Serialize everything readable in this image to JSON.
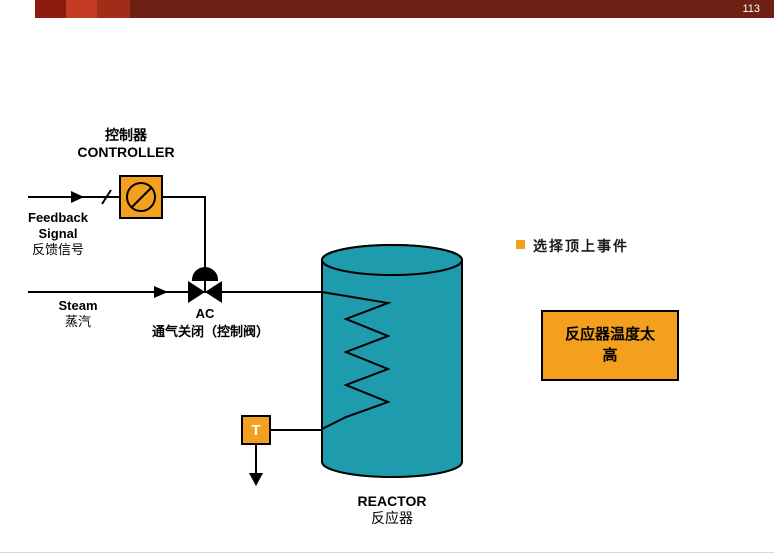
{
  "header": {
    "page_number": "113",
    "bar_color": "#6E2014",
    "segments": [
      {
        "color": "#8C1B0F"
      },
      {
        "color": "#C23B22"
      },
      {
        "color": "#A32C18"
      }
    ]
  },
  "colors": {
    "orange": "#F2A01E",
    "teal": "#1E9BAD",
    "line": "#000000"
  },
  "diagram": {
    "controller": {
      "label_cn": "控制器",
      "label_en": "CONTROLLER"
    },
    "feedback_label": {
      "line1": "Feedback",
      "line2": "Signal",
      "line3": "反馈信号"
    },
    "steam_label": {
      "line1": "Steam",
      "line2": "蒸汽"
    },
    "valve": {
      "label": "AC",
      "description": "通气关闭（控制阀）"
    },
    "sensor": {
      "label": "T"
    },
    "reactor": {
      "label_en": "REACTOR",
      "label_cn": "反应器"
    }
  },
  "right_panel": {
    "bullet_label": "选择顶上事件",
    "event_box_lines": [
      "反应器温度太",
      "高"
    ]
  }
}
